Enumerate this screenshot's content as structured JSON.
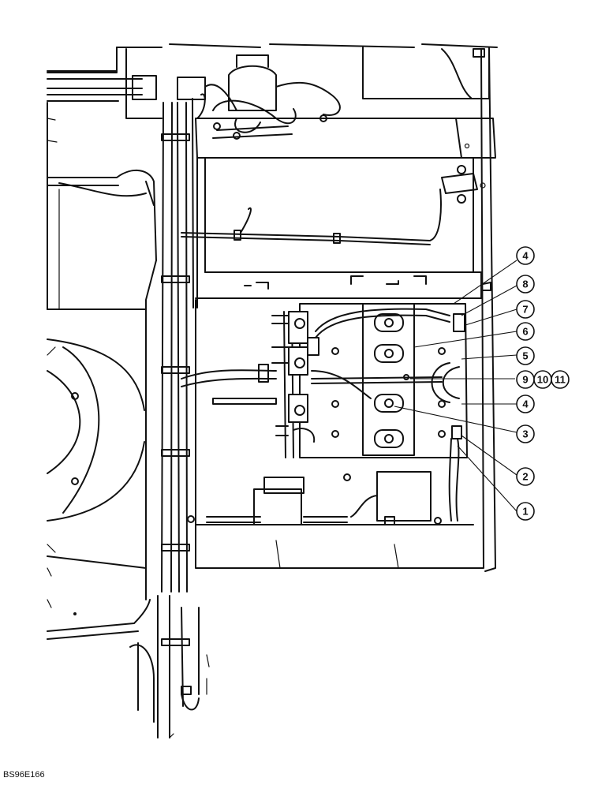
{
  "figure_code": "BS96E166",
  "callouts": [
    "4",
    "8",
    "7",
    "6",
    "5",
    "9",
    "10",
    "11",
    "4",
    "3",
    "2",
    "1"
  ]
}
